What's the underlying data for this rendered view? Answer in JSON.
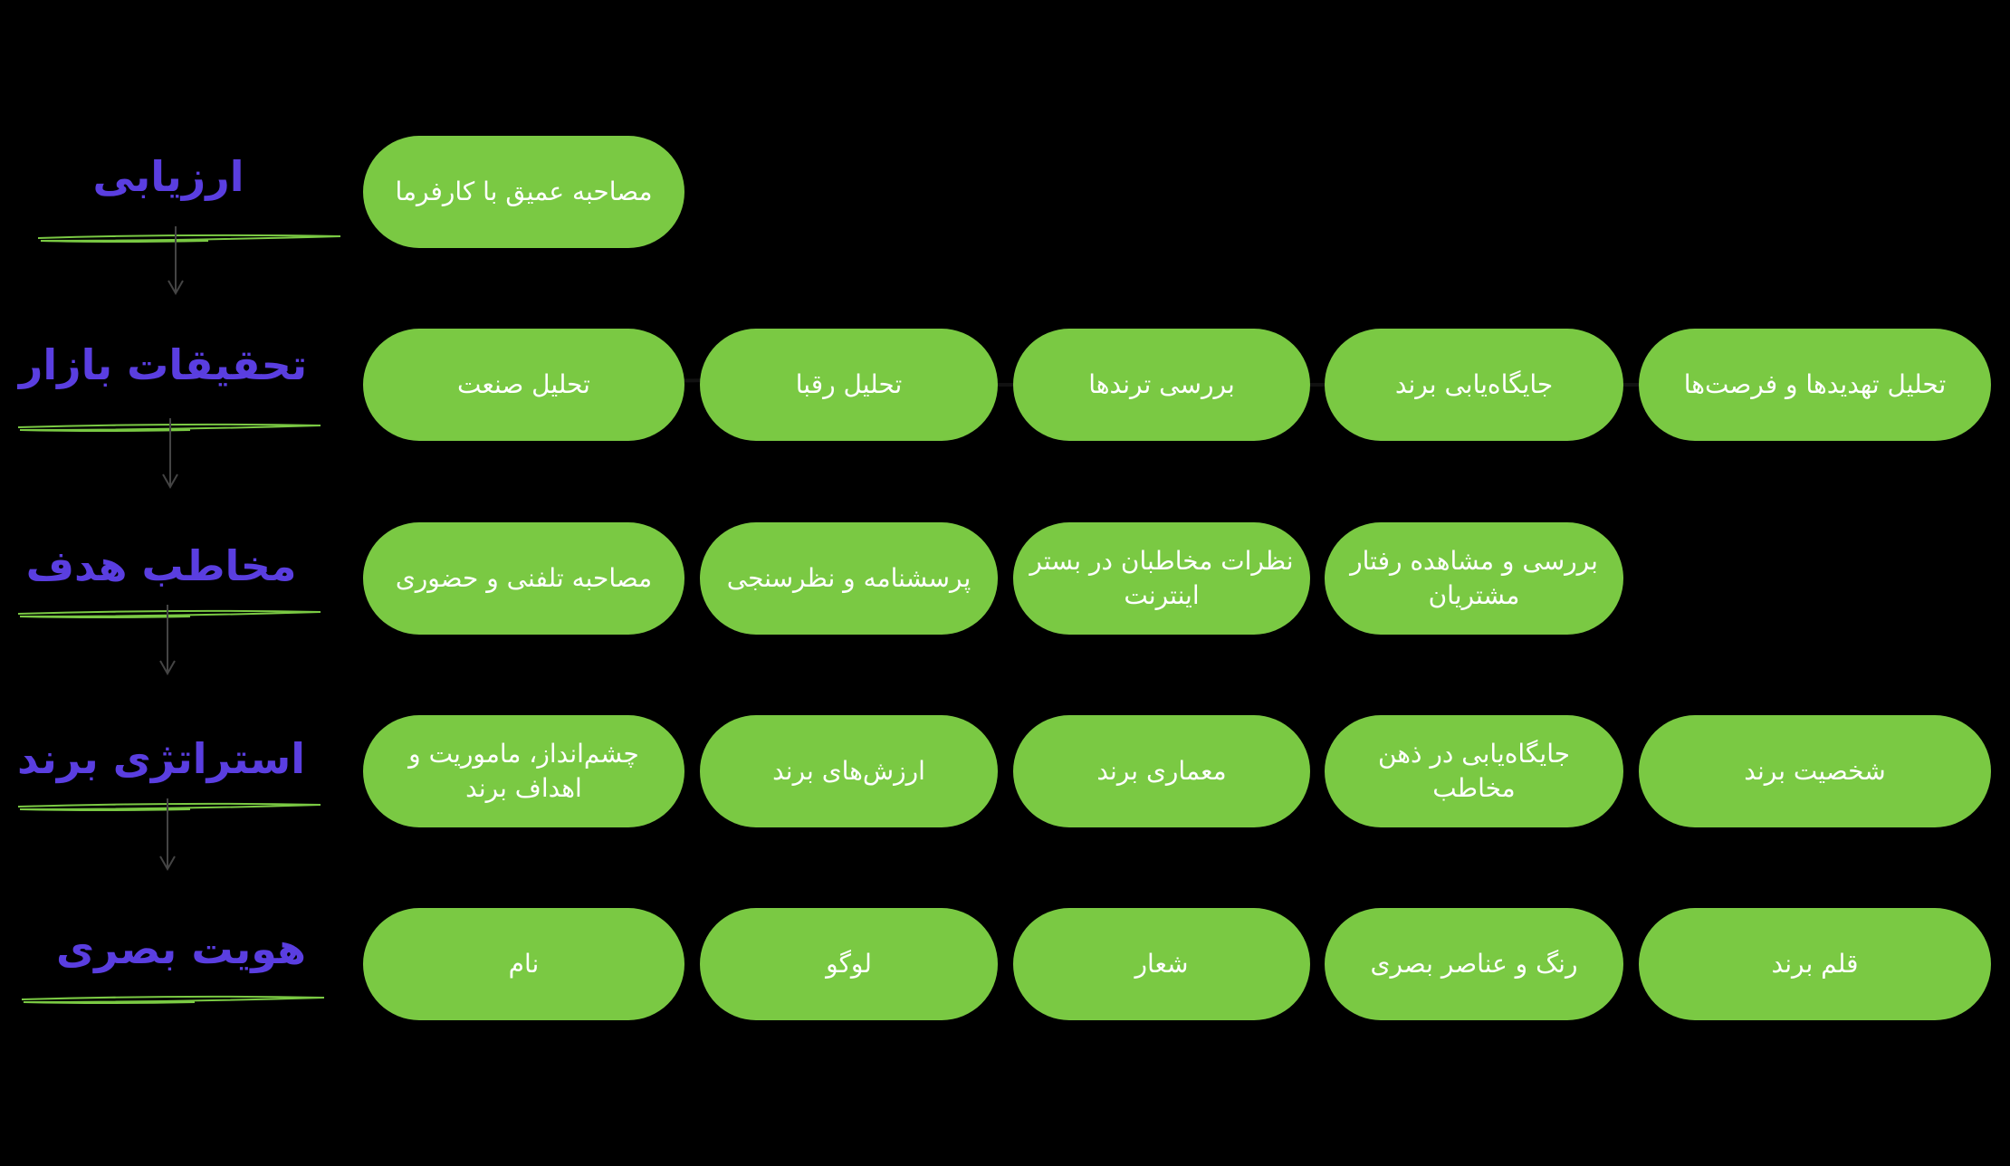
{
  "stages": [
    {
      "label": "ارزیابی",
      "items": [
        "مصاحبه عمیق با کارفرما"
      ]
    },
    {
      "label": "تحقیقات بازار",
      "items": [
        "تحلیل صنعت",
        "تحلیل رقبا",
        "بررسی ترندها",
        "جایگاه‌یابی برند",
        "تحلیل تهدیدها و فرصت‌ها"
      ]
    },
    {
      "label": "مخاطب هدف",
      "items": [
        "مصاحبه تلفنی و حضوری",
        "پرسشنامه و نظرسنجی",
        "نظرات مخاطبان در بستر اینترنت",
        "بررسی و مشاهده رفتار مشتریان"
      ]
    },
    {
      "label": "استراتژی برند",
      "items": [
        "چشم‌انداز، ماموریت و اهداف برند",
        "ارزش‌های برند",
        "معماری برند",
        "جایگاه‌یابی در ذهن مخاطب",
        "شخصیت برند"
      ]
    },
    {
      "label": "هویت بصری",
      "items": [
        "نام",
        "لوگو",
        "شعار",
        "رنگ و عناصر بصری",
        "قلم برند"
      ]
    }
  ],
  "colors": {
    "pill": "#7ac943",
    "label": "#5a3ee0",
    "background": "#000000"
  }
}
